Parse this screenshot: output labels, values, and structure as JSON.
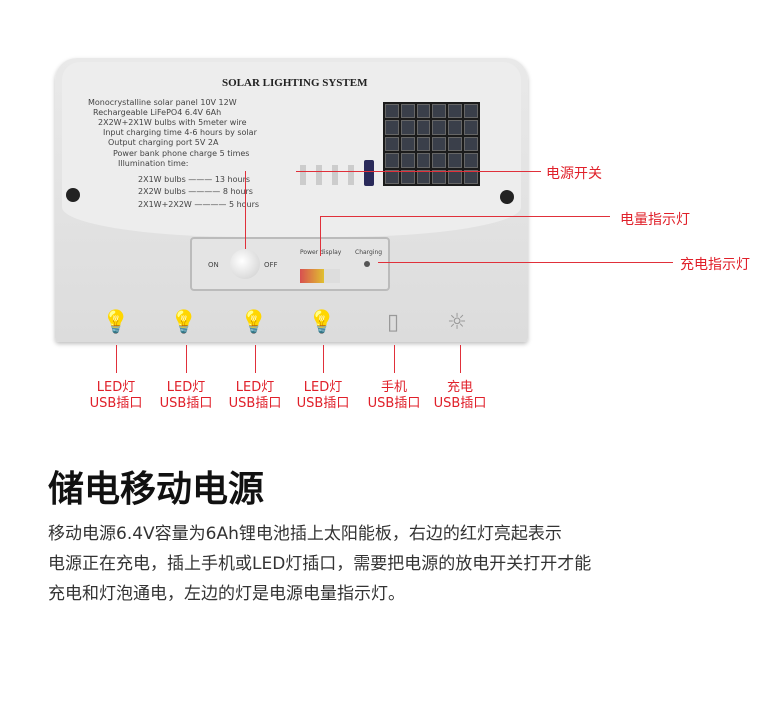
{
  "device": {
    "title": "SOLAR LIGHTING SYSTEM",
    "specs": [
      "Monocrystalline solar panel 10V 12W",
      "Rechargeable LiFePO4 6.4V 6Ah",
      "2X2W+2X1W bulbs with 5meter wire",
      "Input charging time 4-6 hours by solar",
      "Output charging port 5V 2A",
      "Power bank phone charge 5 times",
      "Illumination time:"
    ],
    "illumination": [
      {
        "mode": "2X1W bulbs",
        "time": "13 hours"
      },
      {
        "mode": "2X2W bulbs",
        "time": "8 hours"
      },
      {
        "mode": "2X1W+2X2W",
        "time": "5 hours"
      }
    ],
    "switch_on": "ON",
    "switch_off": "OFF",
    "power_display": "Power display",
    "charging": "Charging",
    "battery_level": 0.6
  },
  "callouts": {
    "power_switch": "电源开关",
    "power_indicator": "电量指示灯",
    "charging_indicator": "充电指示灯"
  },
  "ports": [
    {
      "icon": "bulb-icon",
      "line1": "LED灯",
      "line2": "USB插口"
    },
    {
      "icon": "bulb-icon",
      "line1": "LED灯",
      "line2": "USB插口"
    },
    {
      "icon": "bulb-icon",
      "line1": "LED灯",
      "line2": "USB插口"
    },
    {
      "icon": "bulb-icon",
      "line1": "LED灯",
      "line2": "USB插口"
    },
    {
      "icon": "phone-icon",
      "line1": "手机",
      "line2": "USB插口"
    },
    {
      "icon": "sun-icon",
      "line1": "充电",
      "line2": "USB插口"
    }
  ],
  "heading": "储电移动电源",
  "paragraph": [
    "移动电源6.4V容量为6Ah锂电池插上太阳能板，右边的红灯亮起表示",
    "电源正在充电，插上手机或LED灯插口，需要把电源的放电开关打开才能",
    "充电和灯泡通电，左边的灯是电源电量指示灯。"
  ]
}
